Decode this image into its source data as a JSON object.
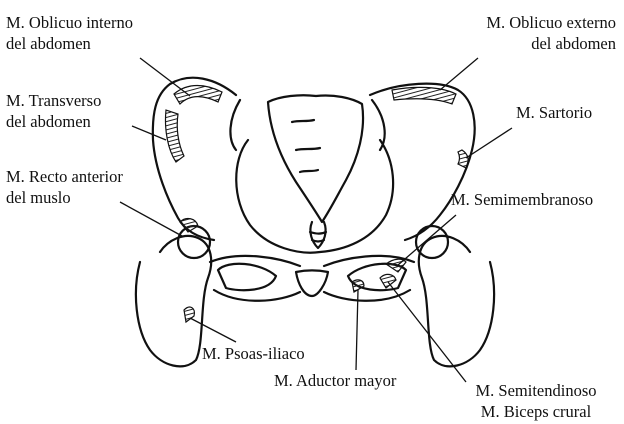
{
  "labels": {
    "oblicuo_interno": [
      "M. Oblicuo interno",
      "del abdomen"
    ],
    "oblicuo_externo": [
      "M. Oblicuo externo",
      "del abdomen"
    ],
    "transverso": [
      "M. Transverso",
      "del abdomen"
    ],
    "sartorio": "M. Sartorio",
    "recto_anterior": [
      "M. Recto anterior",
      "del muslo"
    ],
    "semimembranoso": "M. Semimembranoso",
    "psoas_iliaco": "M. Psoas-iliaco",
    "aductor_mayor": "M. Aductor mayor",
    "semitendinoso": "M. Semitendinoso",
    "biceps_crural": "M. Biceps crural"
  },
  "colors": {
    "ink": "#111111",
    "paper": "#ffffff",
    "hatch": "#222222"
  }
}
